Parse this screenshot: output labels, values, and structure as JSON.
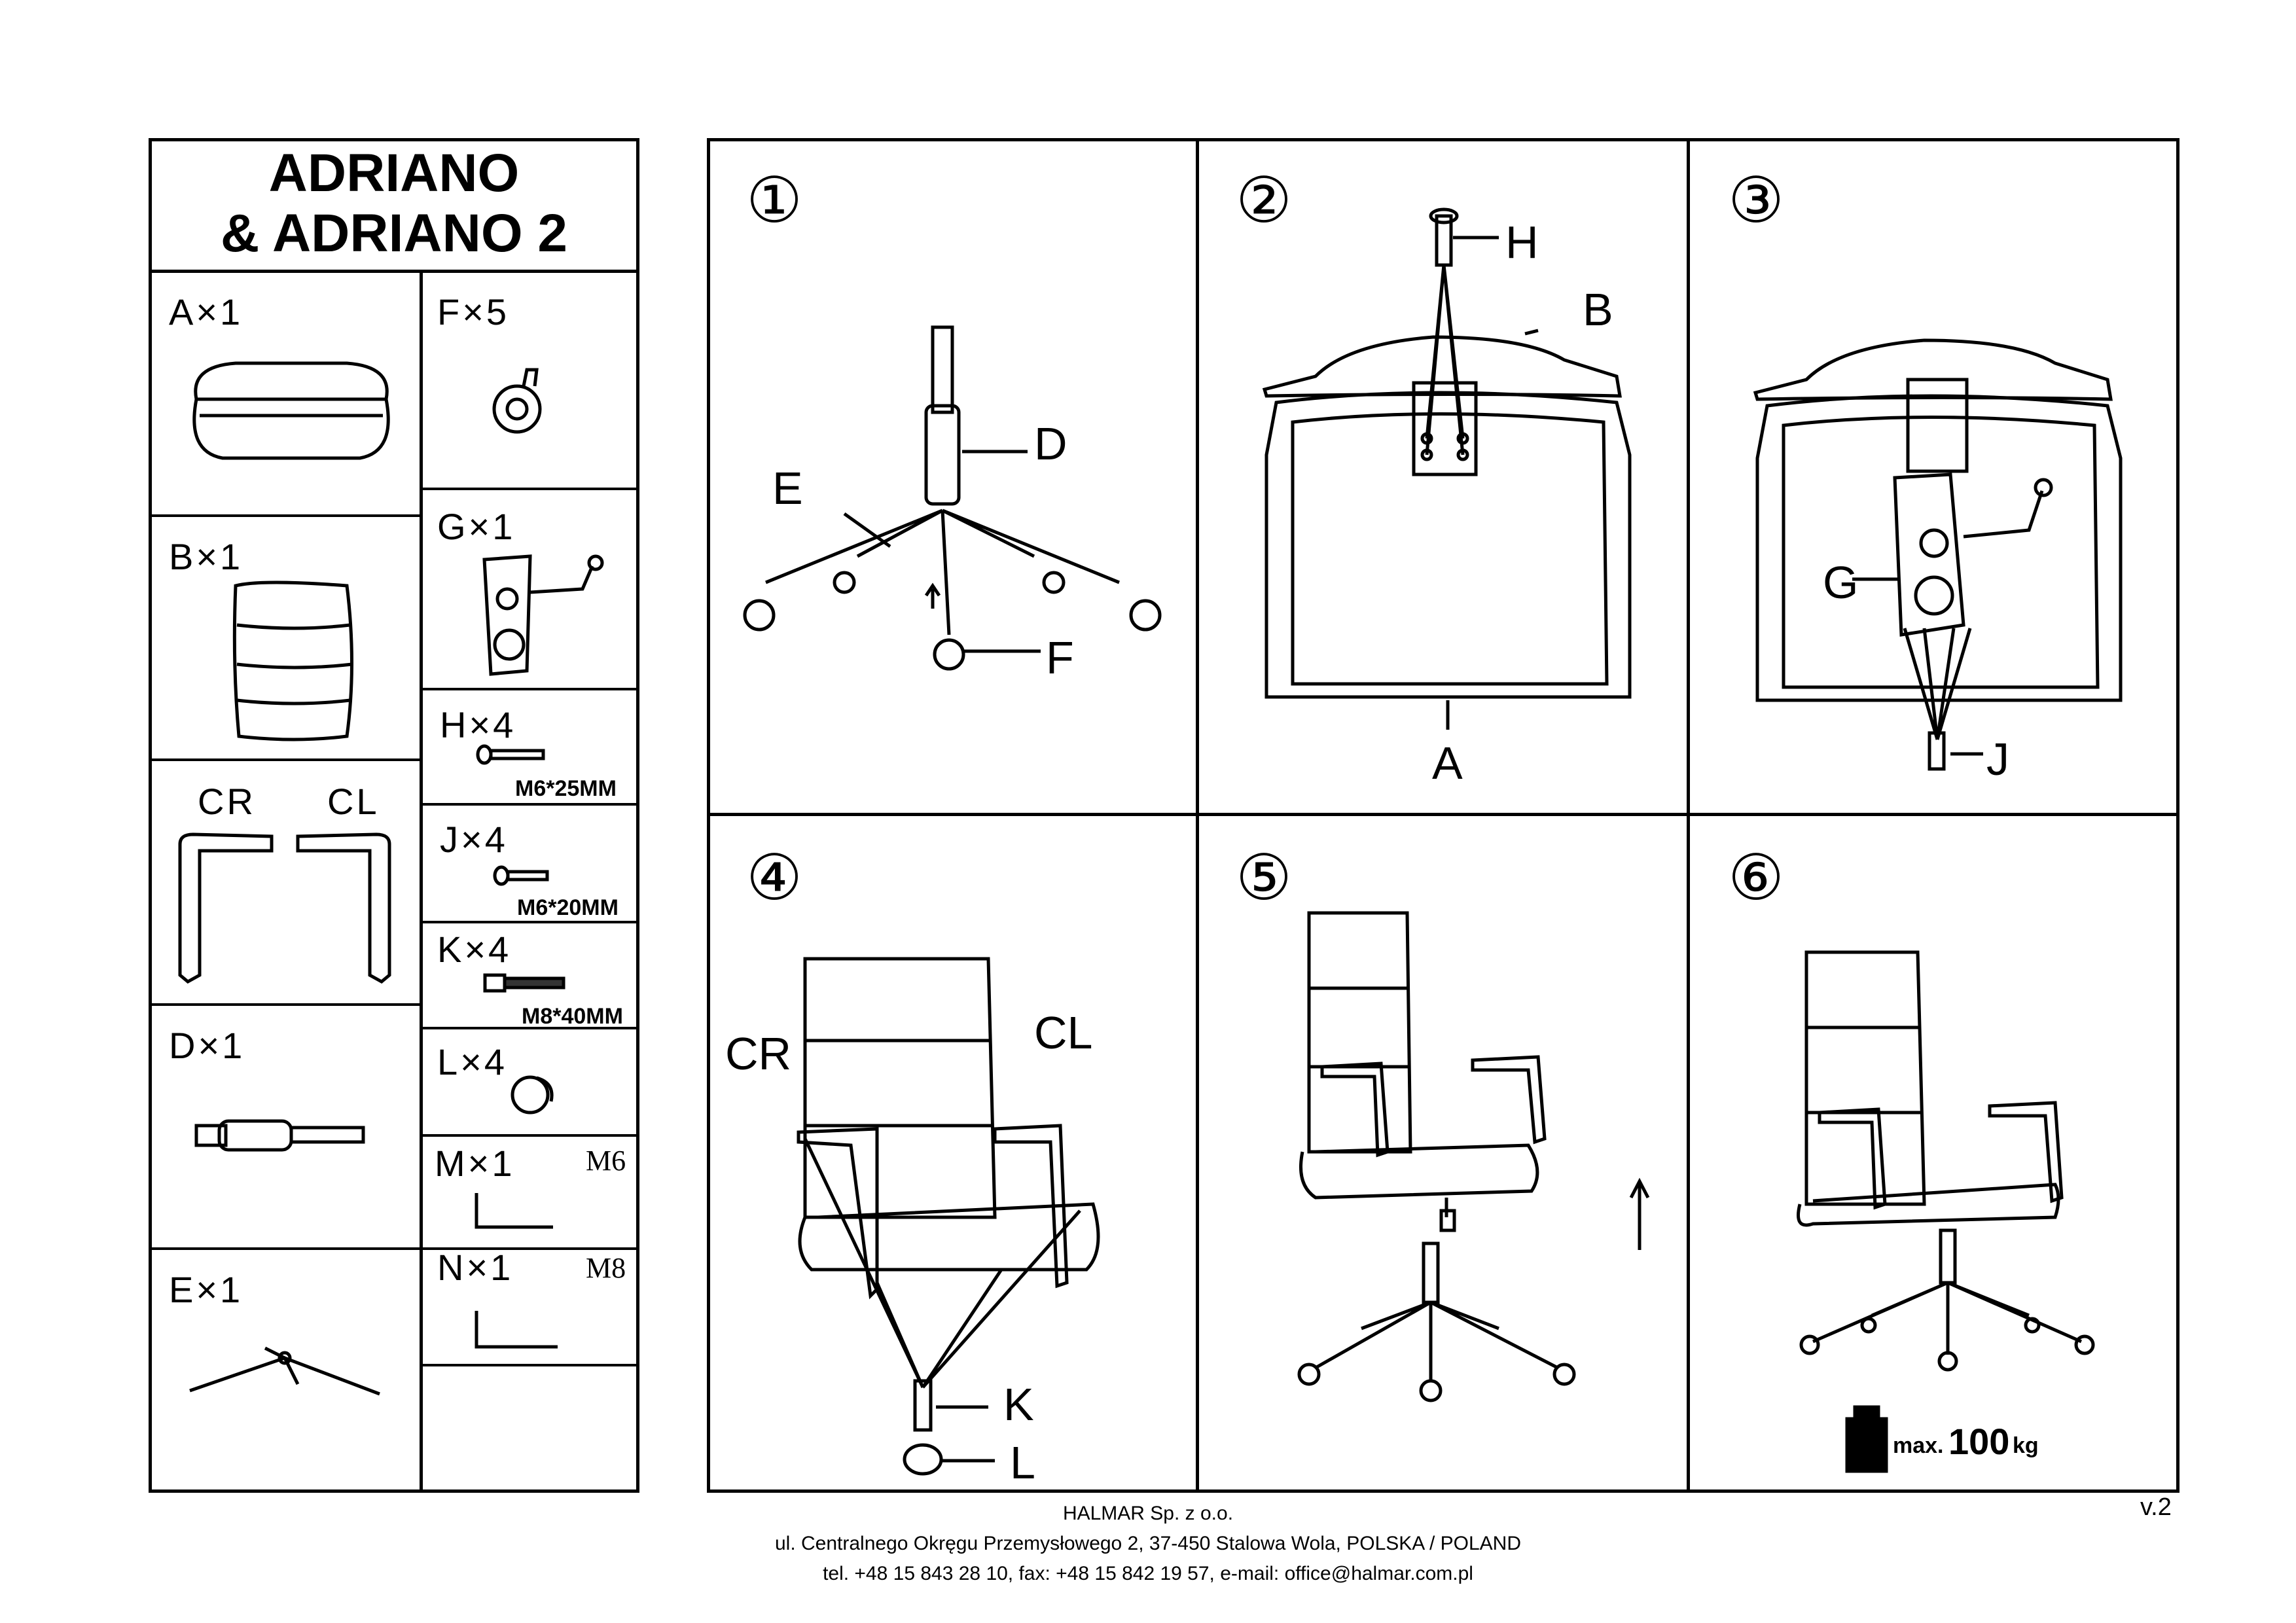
{
  "title": {
    "line1": "ADRIANO",
    "line2": "& ADRIANO 2"
  },
  "parts": {
    "A": "A×1",
    "B": "B×1",
    "CR": "CR",
    "CL": "CL",
    "D": "D×1",
    "E": "E×1",
    "F": "F×5",
    "G": "G×1",
    "H": "H×4",
    "H_spec": "M6*25MM",
    "J": "J×4",
    "J_spec": "M6*20MM",
    "K": "K×4",
    "K_spec": "M8*40MM",
    "L": "L×4",
    "M": "M×1",
    "M_spec": "M6",
    "N": "N×1",
    "N_spec": "M8"
  },
  "steps": [
    {
      "num": "①",
      "labels": [
        "D",
        "E",
        "F"
      ]
    },
    {
      "num": "②",
      "labels": [
        "H",
        "B",
        "A"
      ]
    },
    {
      "num": "③",
      "labels": [
        "G",
        "J"
      ]
    },
    {
      "num": "④",
      "labels": [
        "CR",
        "CL",
        "K",
        "L"
      ]
    },
    {
      "num": "⑤",
      "labels": []
    },
    {
      "num": "⑥",
      "labels": [],
      "max_label": "max.",
      "max_value": "100",
      "max_unit": "kg"
    }
  ],
  "version": "v.2",
  "footer": {
    "company": "HALMAR Sp. z o.o.",
    "address": "ul. Centralnego Okręgu Przemysłowego 2, 37-450 Stalowa Wola, POLSKA / POLAND",
    "contact": "tel. +48 15 843 28 10, fax: +48 15 842 19 57, e-mail: office@halmar.com.pl"
  }
}
